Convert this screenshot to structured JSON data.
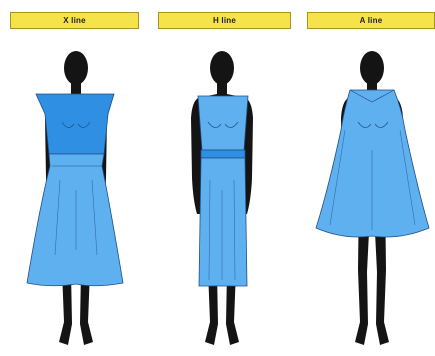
{
  "labels": {
    "x_line": "X line",
    "h_line": "H line",
    "a_line": "A line"
  },
  "colors": {
    "label_fill": "#f6e34a",
    "silhouette": "#141414",
    "garment": "#5fb0ee",
    "garment_dark": "#2f8fe2",
    "garment_line": "#1f4f8a"
  }
}
